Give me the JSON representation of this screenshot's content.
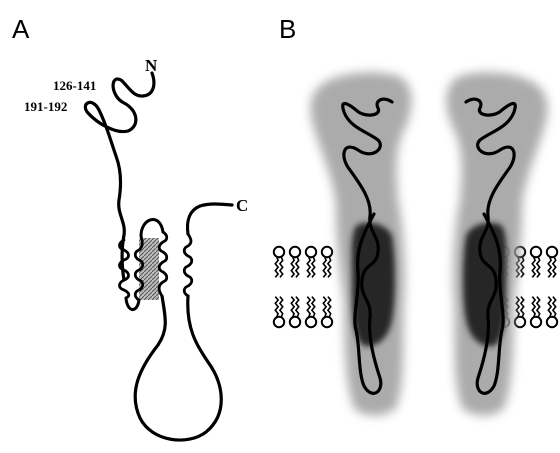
{
  "panels": [
    {
      "letter": "A"
    },
    {
      "letter": "B"
    }
  ],
  "panel_a_labels": {
    "n_terminus": "N",
    "c_terminus": "C",
    "residues_1": "126-141",
    "residues_2": "191-192"
  },
  "colors": {
    "stroke": "#000000",
    "halo": "#9a9a9a",
    "tm_core": "#1e1e1e",
    "background": "#ffffff"
  }
}
